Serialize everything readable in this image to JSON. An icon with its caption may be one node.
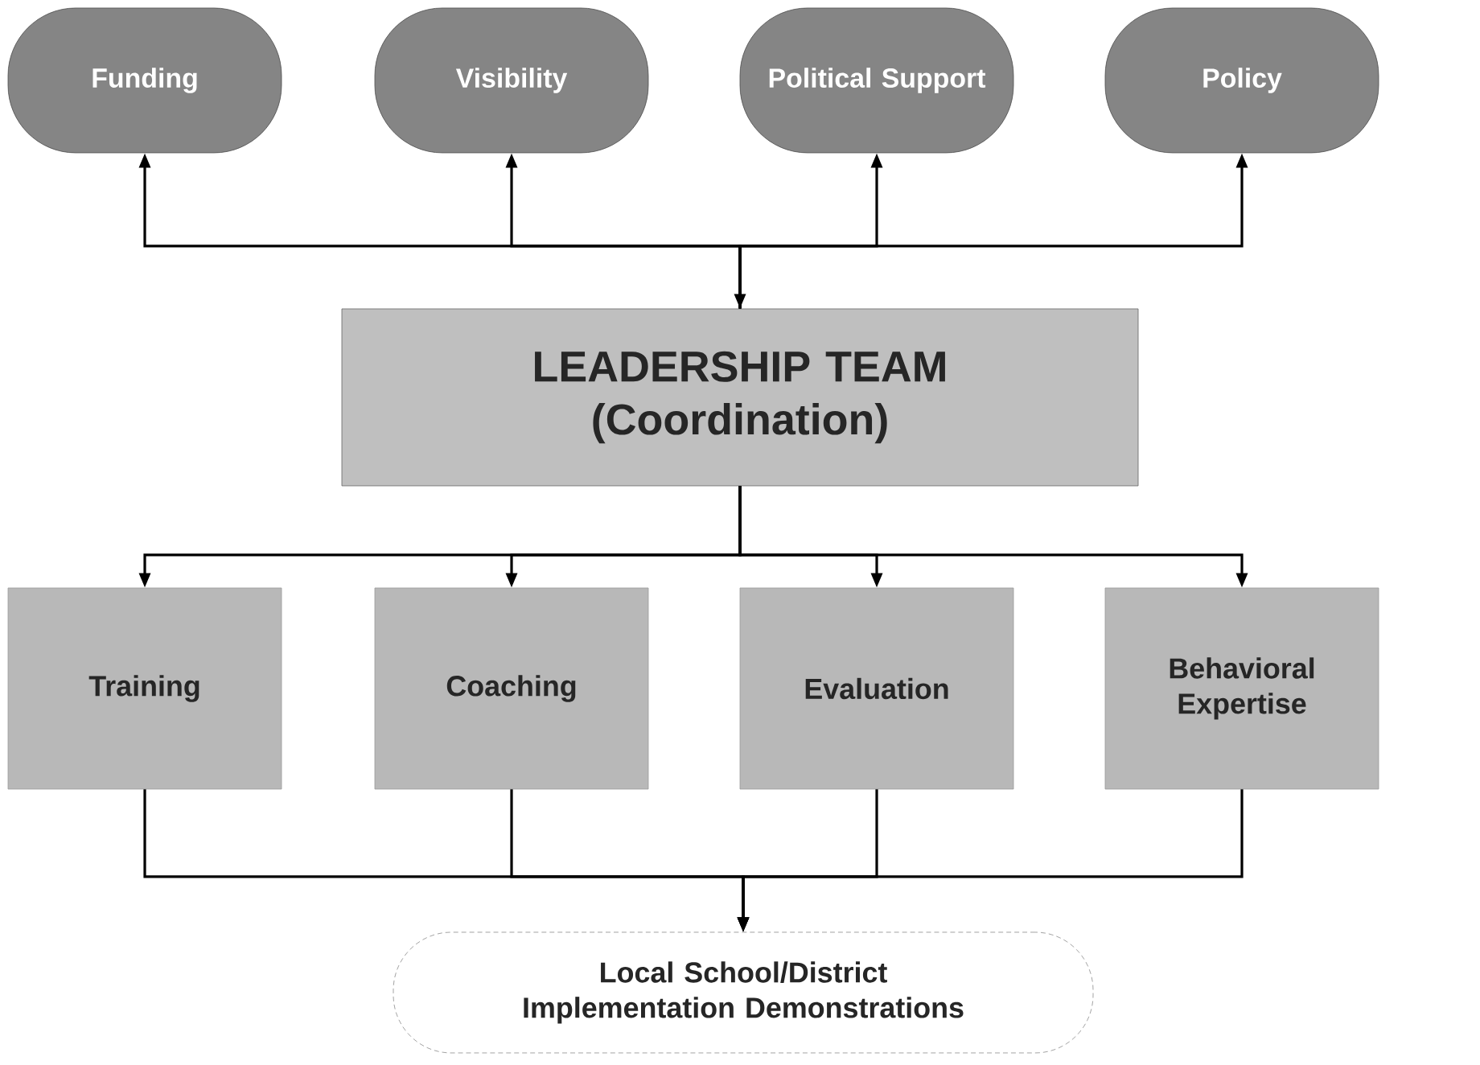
{
  "diagram": {
    "nodes": [
      {
        "text": [
          "Funding"
        ]
      },
      {
        "text": [
          "Visibility"
        ]
      },
      {
        "text": [
          "Political Support"
        ]
      },
      {
        "text": [
          "Policy"
        ]
      },
      {
        "text": [
          "LEADERSHIP TEAM",
          "(Coordination)"
        ]
      },
      {
        "text": [
          "Training"
        ]
      },
      {
        "text": [
          "Coaching"
        ]
      },
      {
        "text": [
          "Evaluation"
        ]
      },
      {
        "text": [
          "Behavioral Expertise"
        ]
      },
      {
        "text": [
          "Local School/District Implementation Demonstrations"
        ]
      }
    ],
    "edges": [
      {
        "from": 4,
        "to": 0,
        "arrow": "to"
      },
      {
        "from": 4,
        "to": 1,
        "arrow": "to"
      },
      {
        "from": 4,
        "to": 2,
        "arrow": "to"
      },
      {
        "from": 4,
        "to": 3,
        "arrow": "to"
      },
      {
        "from": null,
        "to": 4,
        "arrow": "to"
      },
      {
        "from": 4,
        "to": 5,
        "arrow": "to"
      },
      {
        "from": 4,
        "to": 6,
        "arrow": "to"
      },
      {
        "from": 4,
        "to": 7,
        "arrow": "to"
      },
      {
        "from": 4,
        "to": 8,
        "arrow": "to"
      },
      {
        "from": 5,
        "to": 9,
        "arrow": "to"
      },
      {
        "from": 6,
        "to": 9,
        "arrow": "to"
      },
      {
        "from": 7,
        "to": 9,
        "arrow": "to"
      },
      {
        "from": 8,
        "to": 9,
        "arrow": "to"
      }
    ]
  }
}
